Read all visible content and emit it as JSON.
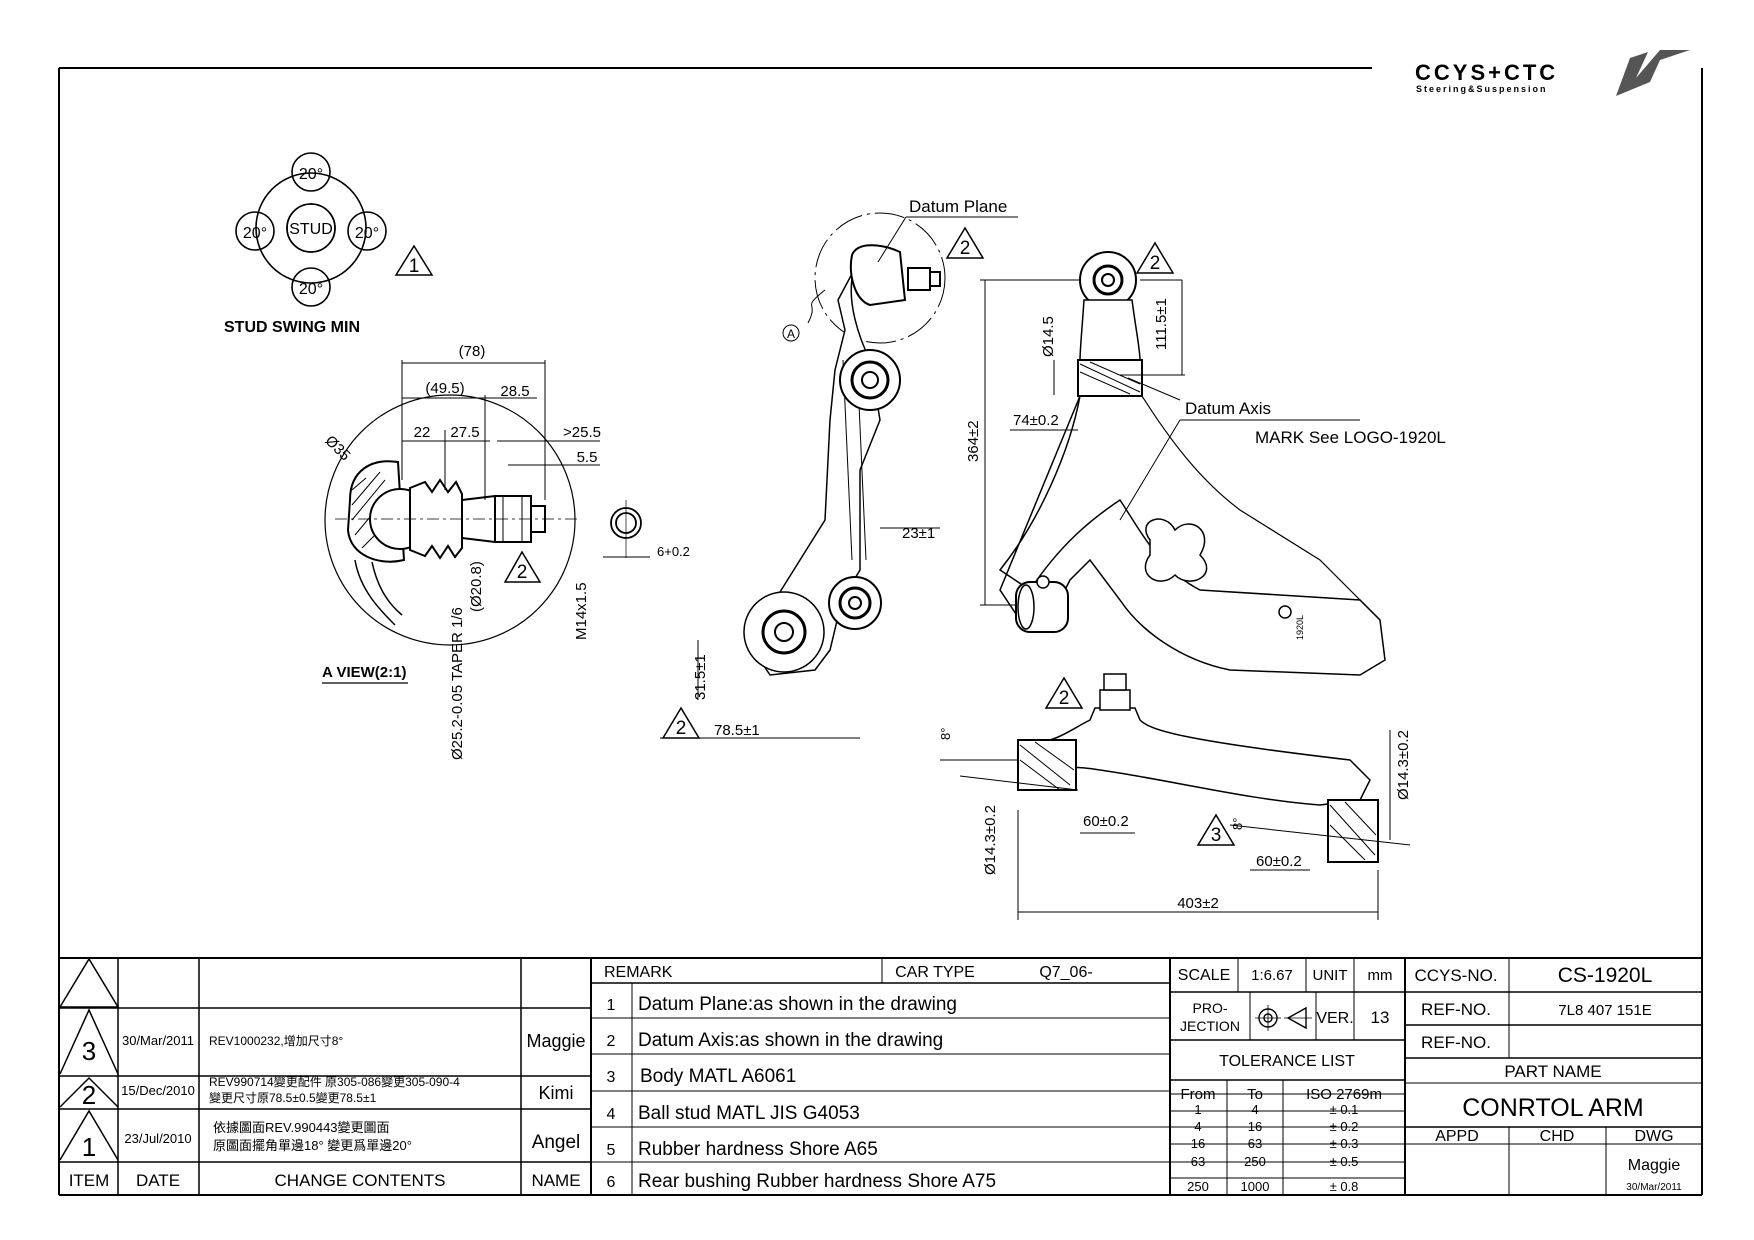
{
  "logo": {
    "brand": "CCYS+CTC",
    "tagline": "Steering&Suspension"
  },
  "stud_swing": {
    "title": "STUD SWING MIN",
    "center": "STUD",
    "top": "20°",
    "left": "20°",
    "right": "20°",
    "bottom": "20°",
    "revision": "1"
  },
  "a_view": {
    "title": "A VIEW(2:1)",
    "dims": {
      "d78": "(78)",
      "d49_5": "(49.5)",
      "d28_5": "28.5",
      "d22": "22",
      "d27_5": "27.5",
      "d25_5": ">25.5",
      "d5_5": "5.5",
      "dia35": "Ø35",
      "dia20_8": "(Ø20.8)",
      "thread": "M14x1.5",
      "taper": "Ø25.2-0.05 TAPER 1/6",
      "hex": "6+0.2"
    },
    "revision": "2"
  },
  "side_view": {
    "datum_plane": "Datum Plane",
    "detail": "A",
    "d23": "23±1",
    "d31_5": "31.5±1",
    "d78_5": "78.5±1",
    "revision_top": "2",
    "revision_bottom": "2"
  },
  "top_view": {
    "dia14_5": "Ø14.5",
    "d111_5": "111.5±1",
    "d74": "74±0.2",
    "d364": "364±2",
    "datum_axis": "Datum Axis",
    "mark": "MARK See LOGO-1920L",
    "stamp": "1920L",
    "revision": "2"
  },
  "front_view": {
    "angle_left": "8°",
    "angle_right": "8°",
    "dia14_3_left": "Ø14.3±0.2",
    "dia14_3_right": "Ø14.3±0.2",
    "d60_left": "60±0.2",
    "d60_right": "60±0.2",
    "d403": "403±2",
    "revision_top": "2",
    "revision_mid": "3"
  },
  "revisions": {
    "rows": [
      {
        "item": "3",
        "date": "30/Mar/2011",
        "contents": [
          "REV1000232,增加尺寸8°"
        ],
        "name": "Maggie"
      },
      {
        "item": "2",
        "date": "15/Dec/2010",
        "contents": [
          "REV990714變更配件 原305-086變更305-090-4",
          "變更尺寸原78.5±0.5變更78.5±1"
        ],
        "name": "Kimi"
      },
      {
        "item": "1",
        "date": "23/Jul/2010",
        "contents": [
          "依據圖面REV.990443變更圖面",
          "原圖面擺角單邊18° 變更爲單邊20°"
        ],
        "name": "Angel"
      }
    ],
    "headers": {
      "item": "ITEM",
      "date": "DATE",
      "contents": "CHANGE CONTENTS",
      "name": "NAME"
    }
  },
  "remarks": {
    "header": "REMARK",
    "car_type_label": "CAR TYPE",
    "car_type": "Q7_06-",
    "items": [
      {
        "no": "1",
        "text": "Datum Plane:as shown in the drawing"
      },
      {
        "no": "2",
        "text": "Datum Axis:as shown in the drawing"
      },
      {
        "no": "3",
        "text": "Body MATL A6061"
      },
      {
        "no": "4",
        "text": "Ball stud MATL JIS G4053"
      },
      {
        "no": "5",
        "text": "Rubber hardness Shore A65"
      },
      {
        "no": "6",
        "text": "Rear bushing Rubber hardness Shore A75"
      }
    ]
  },
  "spec": {
    "scale_label": "SCALE",
    "scale": "1:6.67",
    "unit_label": "UNIT",
    "unit": "mm",
    "projection_label_1": "PRO-",
    "projection_label_2": "JECTION",
    "ver_label": "VER.",
    "ver": "13",
    "tolerance_title": "TOLERANCE LIST",
    "tolerance_headers": [
      "From",
      "To",
      "ISO 2769m"
    ],
    "tolerance_rows": [
      [
        "1",
        "4",
        "± 0.1"
      ],
      [
        "4",
        "16",
        "± 0.2"
      ],
      [
        "16",
        "63",
        "± 0.3"
      ],
      [
        "63",
        "250",
        "± 0.5"
      ],
      [
        "250",
        "1000",
        "± 0.8"
      ]
    ]
  },
  "part": {
    "ccys_no_label": "CCYS-NO.",
    "ccys_no": "CS-1920L",
    "ref_no_label": "REF-NO.",
    "ref_no": "7L8 407 151E",
    "ref_no2_label": "REF-NO.",
    "ref_no2": "",
    "part_name_label": "PART NAME",
    "part_name": "CONRTOL ARM",
    "appd_label": "APPD",
    "chd_label": "CHD",
    "dwg_label": "DWG",
    "dwg_name": "Maggie",
    "dwg_date": "30/Mar/2011"
  }
}
